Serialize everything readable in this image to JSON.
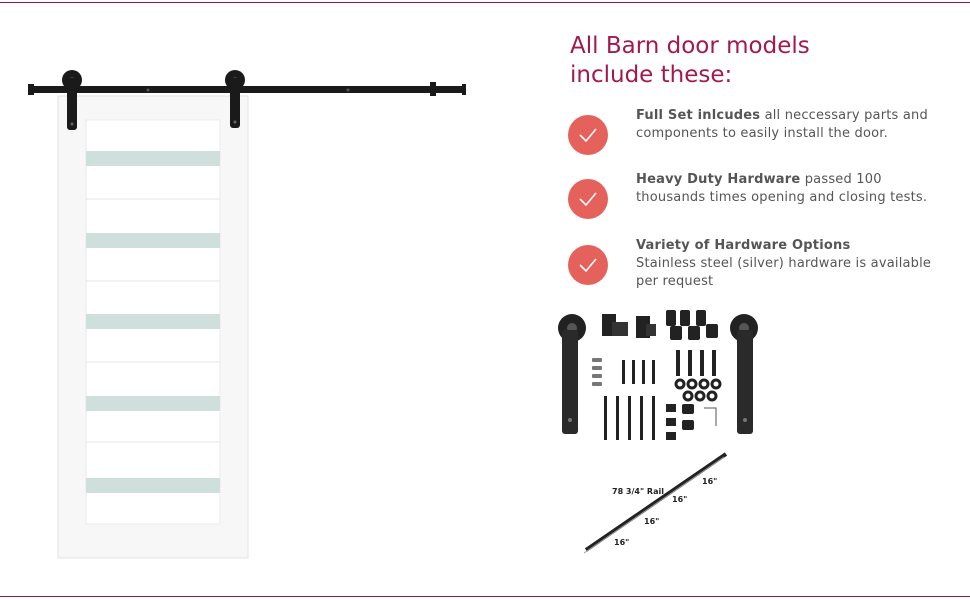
{
  "heading": {
    "line1": "All Barn door models",
    "line2": "include these:"
  },
  "features": [
    {
      "title": "Full Set inlcudes",
      "body": " all neccessary parts and components to easily install the door."
    },
    {
      "title": "Heavy Duty Hardware",
      "body": " passed 100 thousands times opening and closing tests."
    },
    {
      "title": "Variety of Hardware Options",
      "body": "Stainless steel (silver) hardware is available per request"
    }
  ],
  "rail": {
    "label": "78 3/4\" Rail",
    "segments": [
      "16\"",
      "16\"",
      "16\"",
      "16\""
    ]
  },
  "colors": {
    "accent": "#a3194f",
    "check": "#e5625c",
    "text": "#555555"
  }
}
